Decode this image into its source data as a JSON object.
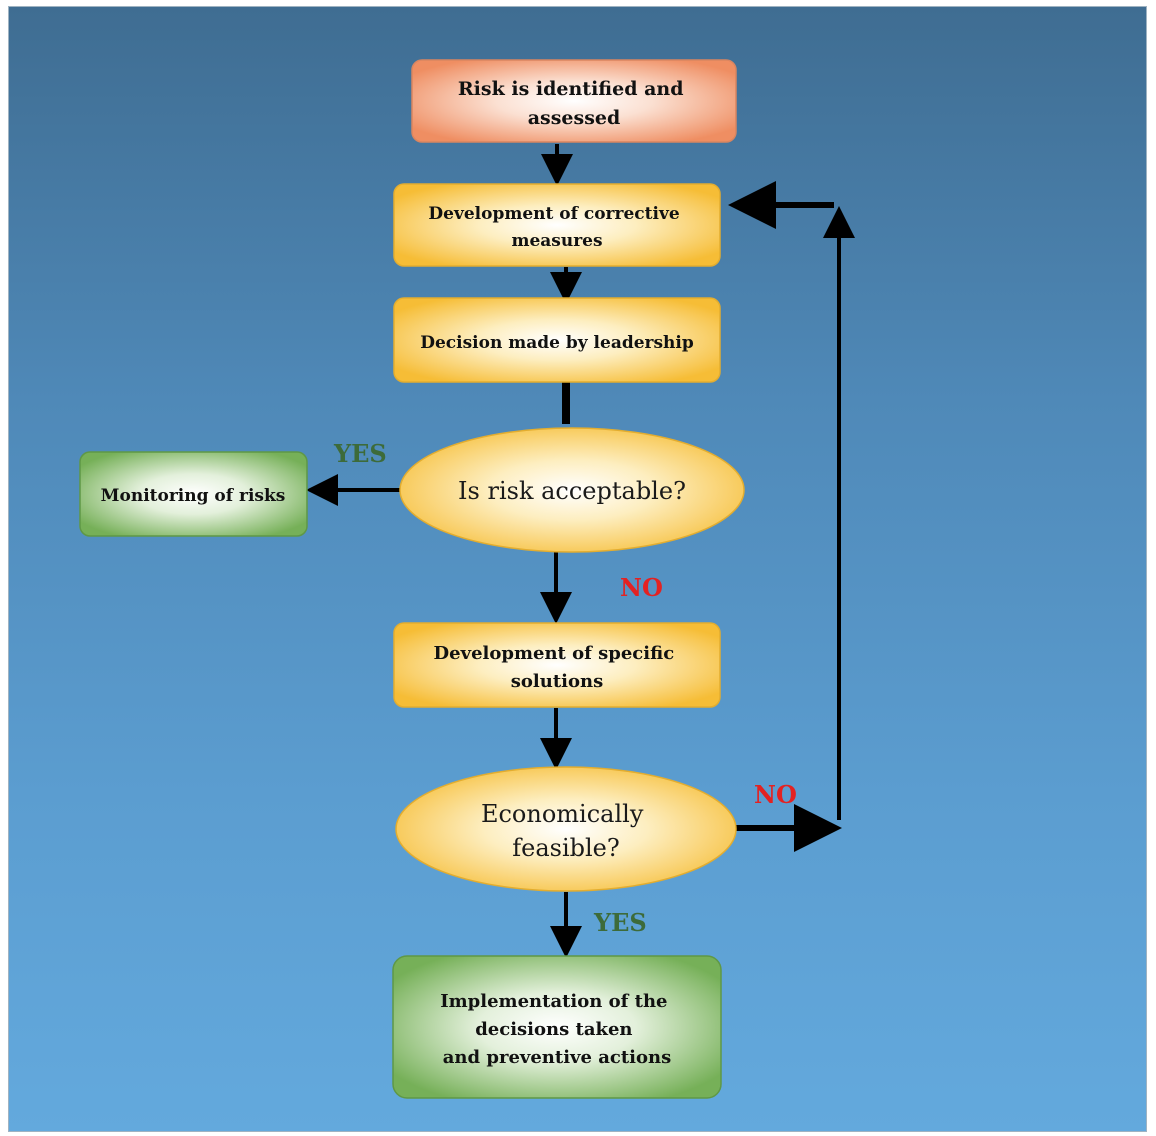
{
  "nodes": {
    "risk_identified": {
      "lines": [
        "Risk is identified and",
        "assessed"
      ]
    },
    "corrective_measures": {
      "lines": [
        "Development of corrective",
        "measures"
      ]
    },
    "leadership_decision": {
      "lines": [
        "Decision made by leadership"
      ]
    },
    "risk_acceptable": {
      "lines": [
        "Is risk acceptable?"
      ]
    },
    "monitoring": {
      "lines": [
        "Monitoring of risks"
      ]
    },
    "specific_solutions": {
      "lines": [
        "Development of specific",
        "solutions"
      ]
    },
    "economically_feasible": {
      "lines": [
        "Economically",
        "feasible?"
      ]
    },
    "implementation": {
      "lines": [
        "Implementation of the",
        "decisions taken",
        "and preventive actions"
      ]
    }
  },
  "labels": {
    "yes_monitoring": "YES",
    "no_acceptable": "NO",
    "no_feasible": "NO",
    "yes_feasible": "YES"
  },
  "colors": {
    "orange_box": "#f0946a",
    "yellow_box": "#f7c23f",
    "green_box": "#7bb45c",
    "yes_green": "#3d6b3a",
    "no_red": "#e32222",
    "arrow": "#000000"
  }
}
